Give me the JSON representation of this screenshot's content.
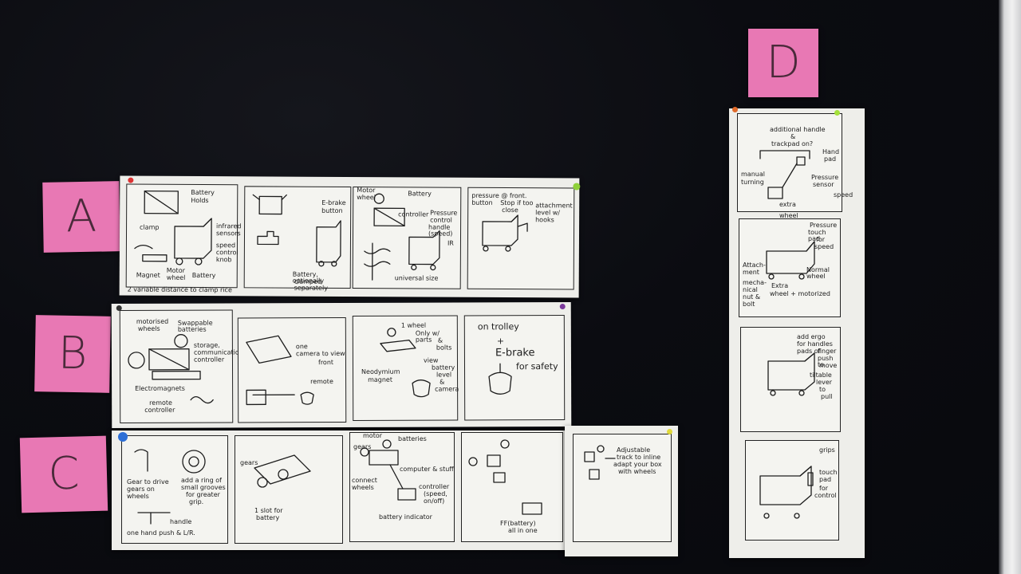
{
  "scene": {
    "description_free": true
  },
  "notes": {
    "a": "A",
    "b": "B",
    "c": "C",
    "d": "D"
  },
  "row_a": {
    "p1": [
      "Battery",
      "Holds",
      "clamp",
      "infrared",
      "sensors",
      "speed",
      "control",
      "knob",
      "Magnet",
      "Motor",
      "wheel",
      "Battery"
    ],
    "footer": "2 variable distance to clamp rice",
    "p2": [
      "E-brake",
      "button",
      "Battery, optionally",
      "clamped separately"
    ],
    "p3": [
      "Motor",
      "wheel",
      "Battery",
      "controller",
      "Pressure",
      "control",
      "handle (speed)",
      "IR",
      "universal size"
    ],
    "p4": [
      "pressure @ front.",
      "button",
      "Stop if too",
      "close",
      "attachment",
      "level w/",
      "hooks"
    ]
  },
  "row_b": {
    "p1": [
      "motorised",
      "wheels",
      "Swappable batteries",
      "storage,",
      "communication,",
      "controller",
      "Electromagnets",
      "remote",
      "controller"
    ],
    "p2": [
      "one",
      "camera to view",
      "front",
      "remote"
    ],
    "p3": [
      "1 wheel",
      "Only w/ parts",
      "&",
      "bolts",
      "Neodymium",
      "magnet",
      "view",
      "battery",
      "level",
      "&",
      "camera"
    ],
    "p4": [
      "on trolley",
      "+",
      "E-brake",
      "for safety"
    ]
  },
  "row_c": {
    "p1": [
      "Gear to drive",
      "gears on",
      "wheels",
      "add a ring of",
      "small grooves",
      "for greater",
      "grip.",
      "handle",
      "one hand push & L/R."
    ],
    "p2": [
      "gears",
      "1 slot for",
      "battery"
    ],
    "p3": [
      "motor",
      "gears",
      "batteries",
      "computer & stuff",
      "controller",
      "(speed,",
      "on/off)",
      "battery indicator",
      "connect",
      "wheels"
    ],
    "p4": [
      "FF(battery)",
      "all in one"
    ],
    "p5": [
      "Adjustable",
      "track to inline",
      "adapt your box",
      "with wheels"
    ]
  },
  "col_d": {
    "p1": [
      "additional handle",
      "&",
      "trackpad on?",
      "Hand",
      "pad",
      "manual",
      "turning",
      "Pressure",
      "sensor",
      "speed",
      "extra",
      "wheel"
    ],
    "p2": [
      "Pressure",
      "touch pad",
      "for",
      "speed",
      "Attach-",
      "ment",
      "mecha-",
      "nical",
      "nut &",
      "bolt",
      "Normal wheel",
      "Extra",
      "wheel + motorized"
    ],
    "p3": [
      "add ergo",
      "for handles",
      "pads of",
      "finger",
      "push to",
      "move",
      "tiltable",
      "lever",
      "to",
      "pull"
    ],
    "p4": [
      "grips",
      "touch",
      "pad",
      "for",
      "control"
    ]
  },
  "colors": {
    "board": "#0a0b10",
    "sticky": "#e878b4",
    "paper": "#eeeeea",
    "ink": "#1d1d1d"
  }
}
